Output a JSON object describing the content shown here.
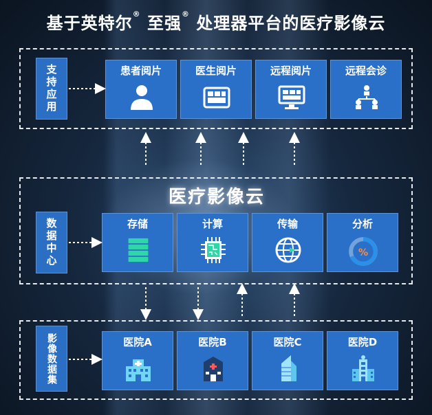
{
  "title": {
    "main": "基于英特尔",
    "reg1": "®",
    "mid": " 至强",
    "reg2": "®",
    "rest": " 处理器平台的医疗影像云"
  },
  "support": {
    "label": "支持应用",
    "cards": [
      {
        "label": "患者阅片",
        "icon": "person-icon"
      },
      {
        "label": "医生阅片",
        "icon": "tablet-icon"
      },
      {
        "label": "远程阅片",
        "icon": "monitor-icon"
      },
      {
        "label": "远程会诊",
        "icon": "network-icon"
      }
    ]
  },
  "datacenter": {
    "label": "数据中心",
    "cloud_title": "医疗影像云",
    "cards": [
      {
        "label": "存储",
        "icon": "database-icon"
      },
      {
        "label": "计算",
        "icon": "chip-icon"
      },
      {
        "label": "传输",
        "icon": "globe-icon"
      },
      {
        "label": "分析",
        "icon": "percent-gauge-icon",
        "gauge_text": "%"
      }
    ]
  },
  "collect": {
    "label": "影像数据集",
    "cards": [
      {
        "label": "医院A",
        "icon": "hospital-icon"
      },
      {
        "label": "医院B",
        "icon": "clinic-icon"
      },
      {
        "label": "医院C",
        "icon": "tower-icon"
      },
      {
        "label": "医院D",
        "icon": "hospital-tower-icon"
      }
    ]
  },
  "colors": {
    "card": "#2a70c8",
    "side": "#2b6fc4",
    "icon": "#ffffff",
    "accent": "#2fd6a8"
  }
}
